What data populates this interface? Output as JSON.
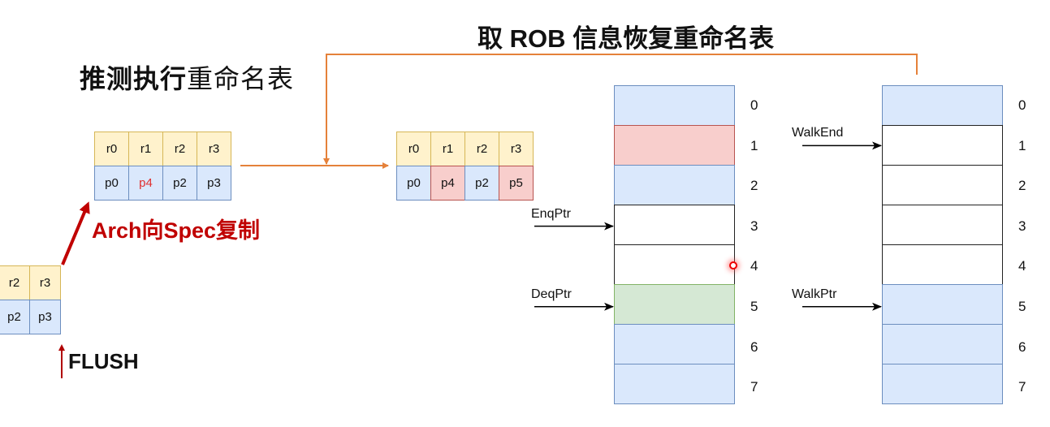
{
  "titles": {
    "spec_bold": "推测执行",
    "spec_rest": "重命名表",
    "rob_restore": "取 ROB 信息恢复重命名表",
    "arch_copy": "Arch向Spec复制",
    "flush": "FLUSH"
  },
  "spec_table": {
    "arch_regs": [
      "r0",
      "r1",
      "r2",
      "r3"
    ],
    "phys_regs": [
      "p0",
      "p4",
      "p2",
      "p3"
    ],
    "highlight_red_text_index": 1
  },
  "arch_table_partial": {
    "arch_regs": [
      "r2",
      "r3"
    ],
    "phys_regs": [
      "p2",
      "p3"
    ]
  },
  "restored_table": {
    "arch_regs": [
      "r0",
      "r1",
      "r2",
      "r3"
    ],
    "phys_regs": [
      "p0",
      "p4",
      "p2",
      "p5"
    ],
    "phys_colors": [
      "blue",
      "red",
      "blue",
      "red"
    ]
  },
  "rob_left": {
    "indices": [
      "0",
      "1",
      "2",
      "3",
      "4",
      "5",
      "6",
      "7"
    ],
    "slot_colors": [
      "blue",
      "red",
      "blue",
      "white",
      "white",
      "green",
      "blue",
      "blue"
    ],
    "pointers": [
      {
        "label": "EnqPtr",
        "index": 3
      },
      {
        "label": "DeqPtr",
        "index": 5
      }
    ]
  },
  "rob_right": {
    "indices": [
      "0",
      "1",
      "2",
      "3",
      "4",
      "5",
      "6",
      "7"
    ],
    "slot_colors": [
      "blue",
      "white",
      "white",
      "white",
      "white",
      "blue",
      "blue",
      "blue"
    ],
    "pointers": [
      {
        "label": "WalkEnd",
        "index": 1
      },
      {
        "label": "WalkPtr",
        "index": 5
      }
    ]
  },
  "colors": {
    "orange_arrow": "#e5813a",
    "red_arrow": "#c00000",
    "yellow_cell": "#fff2cc",
    "blue_cell": "#dae8fc",
    "red_cell": "#f8cecc",
    "green_cell": "#d5e8d4"
  }
}
